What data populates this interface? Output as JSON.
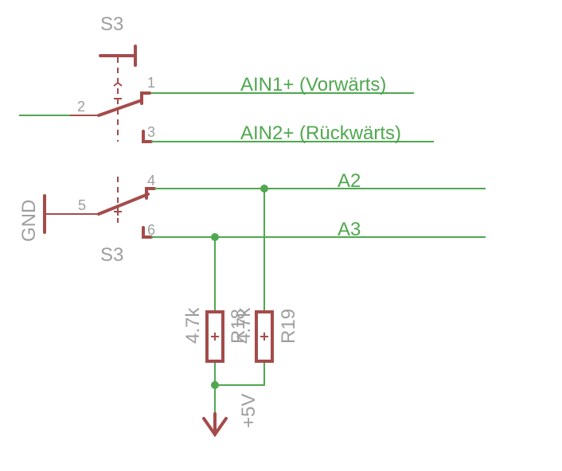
{
  "switch": {
    "name_top": "S3",
    "name_bottom": "S3",
    "pins": [
      "1",
      "2",
      "3",
      "4",
      "5",
      "6"
    ]
  },
  "nets": {
    "ain1": "AIN1+ (Vorwärts)",
    "ain2": "AIN2+ (Rückwärts)",
    "a2": "A2",
    "a3": "A3",
    "gnd": "GND",
    "vcc": "+5V"
  },
  "resistors": {
    "r18": {
      "name": "R18",
      "value": "4.7k"
    },
    "r19": {
      "name": "R19",
      "value": "4.7k"
    }
  },
  "colors": {
    "symbol": "#a54b4b",
    "wire": "#4fa84f",
    "label": "#9e9e9e"
  }
}
